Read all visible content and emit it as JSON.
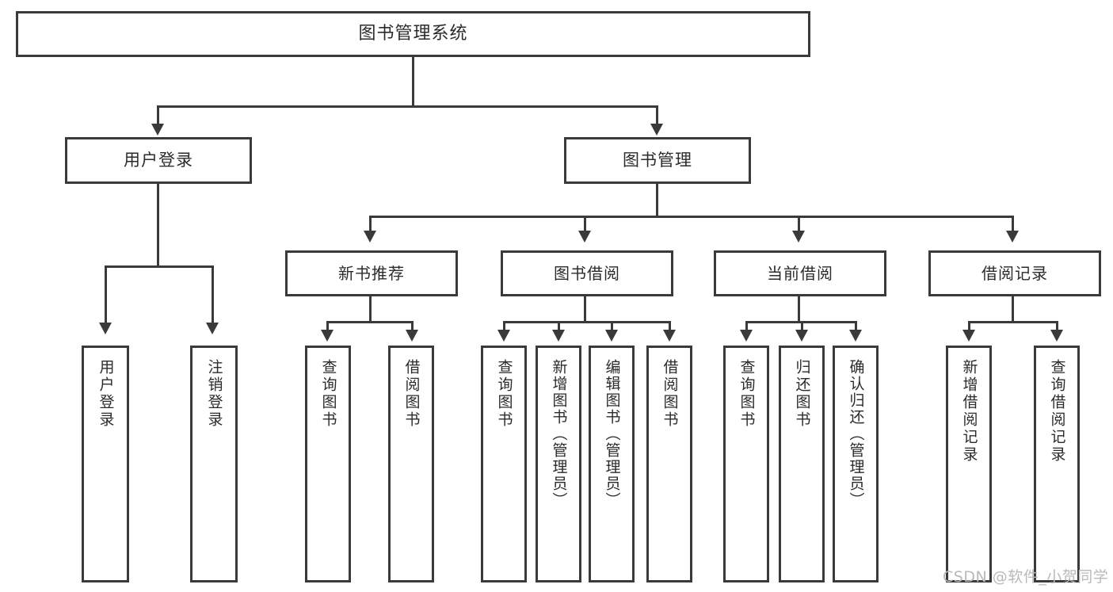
{
  "diagram": {
    "title": "图书管理系统",
    "type": "hierarchy-tree",
    "watermark": "CSDN @软件_小贺同学",
    "colors": {
      "line": "#3a3a3c",
      "box_fill": "#ffffff",
      "text": "#2b2b2b",
      "watermark": "#b9b9b9",
      "background": "#ffffff"
    },
    "levels": {
      "root": {
        "label": "图书管理系统"
      },
      "level2": [
        {
          "label": "用户登录"
        },
        {
          "label": "图书管理"
        }
      ],
      "level3": [
        {
          "label": "新书推荐"
        },
        {
          "label": "图书借阅"
        },
        {
          "label": "当前借阅"
        },
        {
          "label": "借阅记录"
        }
      ]
    },
    "groups": [
      {
        "parent": "用户登录",
        "leaves": [
          {
            "label": "用户登录"
          },
          {
            "label": "注销登录"
          }
        ]
      },
      {
        "parent": "新书推荐",
        "leaves": [
          {
            "label": "查询图书"
          },
          {
            "label": "借阅图书"
          }
        ]
      },
      {
        "parent": "图书借阅",
        "leaves": [
          {
            "label": "查询图书"
          },
          {
            "label": "新增图书（管理员）"
          },
          {
            "label": "编辑图书（管理员）"
          },
          {
            "label": "借阅图书"
          }
        ]
      },
      {
        "parent": "当前借阅",
        "leaves": [
          {
            "label": "查询图书"
          },
          {
            "label": "归还图书"
          },
          {
            "label": "确认归还（管理员）"
          }
        ]
      },
      {
        "parent": "借阅记录",
        "leaves": [
          {
            "label": "新增借阅记录"
          },
          {
            "label": "查询借阅记录"
          }
        ]
      }
    ]
  }
}
